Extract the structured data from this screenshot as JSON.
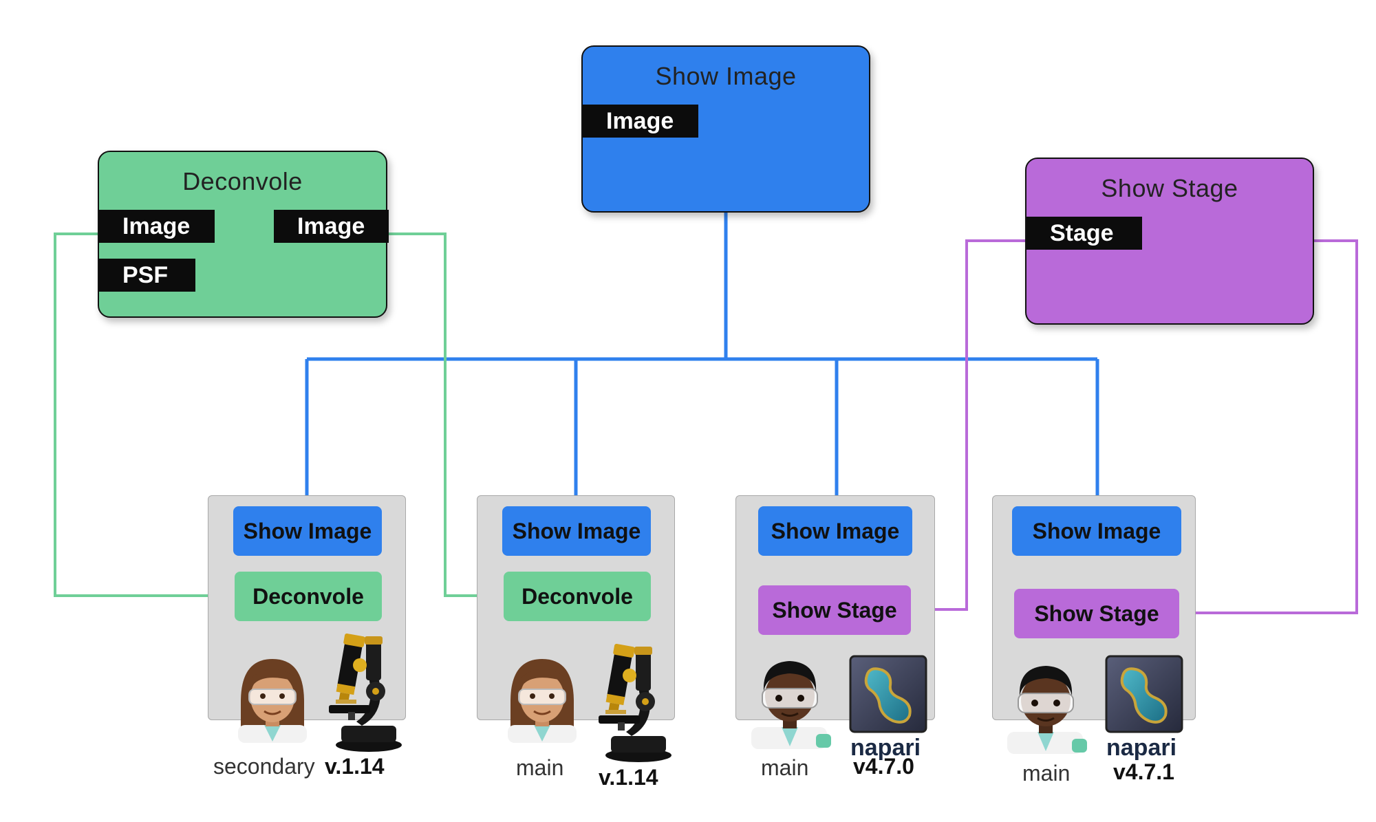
{
  "nodes": {
    "show_image": {
      "title": "Show Image",
      "ports": [
        "Image"
      ]
    },
    "deconvole": {
      "title": "Deconvole",
      "inputs": [
        "Image",
        "PSF"
      ],
      "outputs": [
        "Image"
      ]
    },
    "show_stage": {
      "title": "Show Stage",
      "ports": [
        "Stage"
      ]
    }
  },
  "colors": {
    "green": "#6fcf97",
    "blue": "#2f80ed",
    "purple": "#b96ad9"
  },
  "cards": [
    {
      "top": "Show Image",
      "bottom": "Deconvole",
      "bottom_color": "green",
      "branch": "secondary",
      "version": "v.1.14",
      "app": "microscope-icon",
      "person": "scientist-woman-icon"
    },
    {
      "top": "Show Image",
      "bottom": "Deconvole",
      "bottom_color": "green",
      "branch": "main",
      "version": "v.1.14",
      "app": "microscope-icon",
      "person": "scientist-woman-icon"
    },
    {
      "top": "Show Image",
      "bottom": "Show Stage",
      "bottom_color": "purple",
      "branch": "main",
      "version": "v4.7.0",
      "app_name": "napari",
      "app": "napari-logo-icon",
      "person": "scientist-man-icon"
    },
    {
      "top": "Show Image",
      "bottom": "Show Stage",
      "bottom_color": "purple",
      "branch": "main",
      "version": "v4.7.1",
      "app_name": "napari",
      "app": "napari-logo-icon",
      "person": "scientist-man-icon"
    }
  ]
}
